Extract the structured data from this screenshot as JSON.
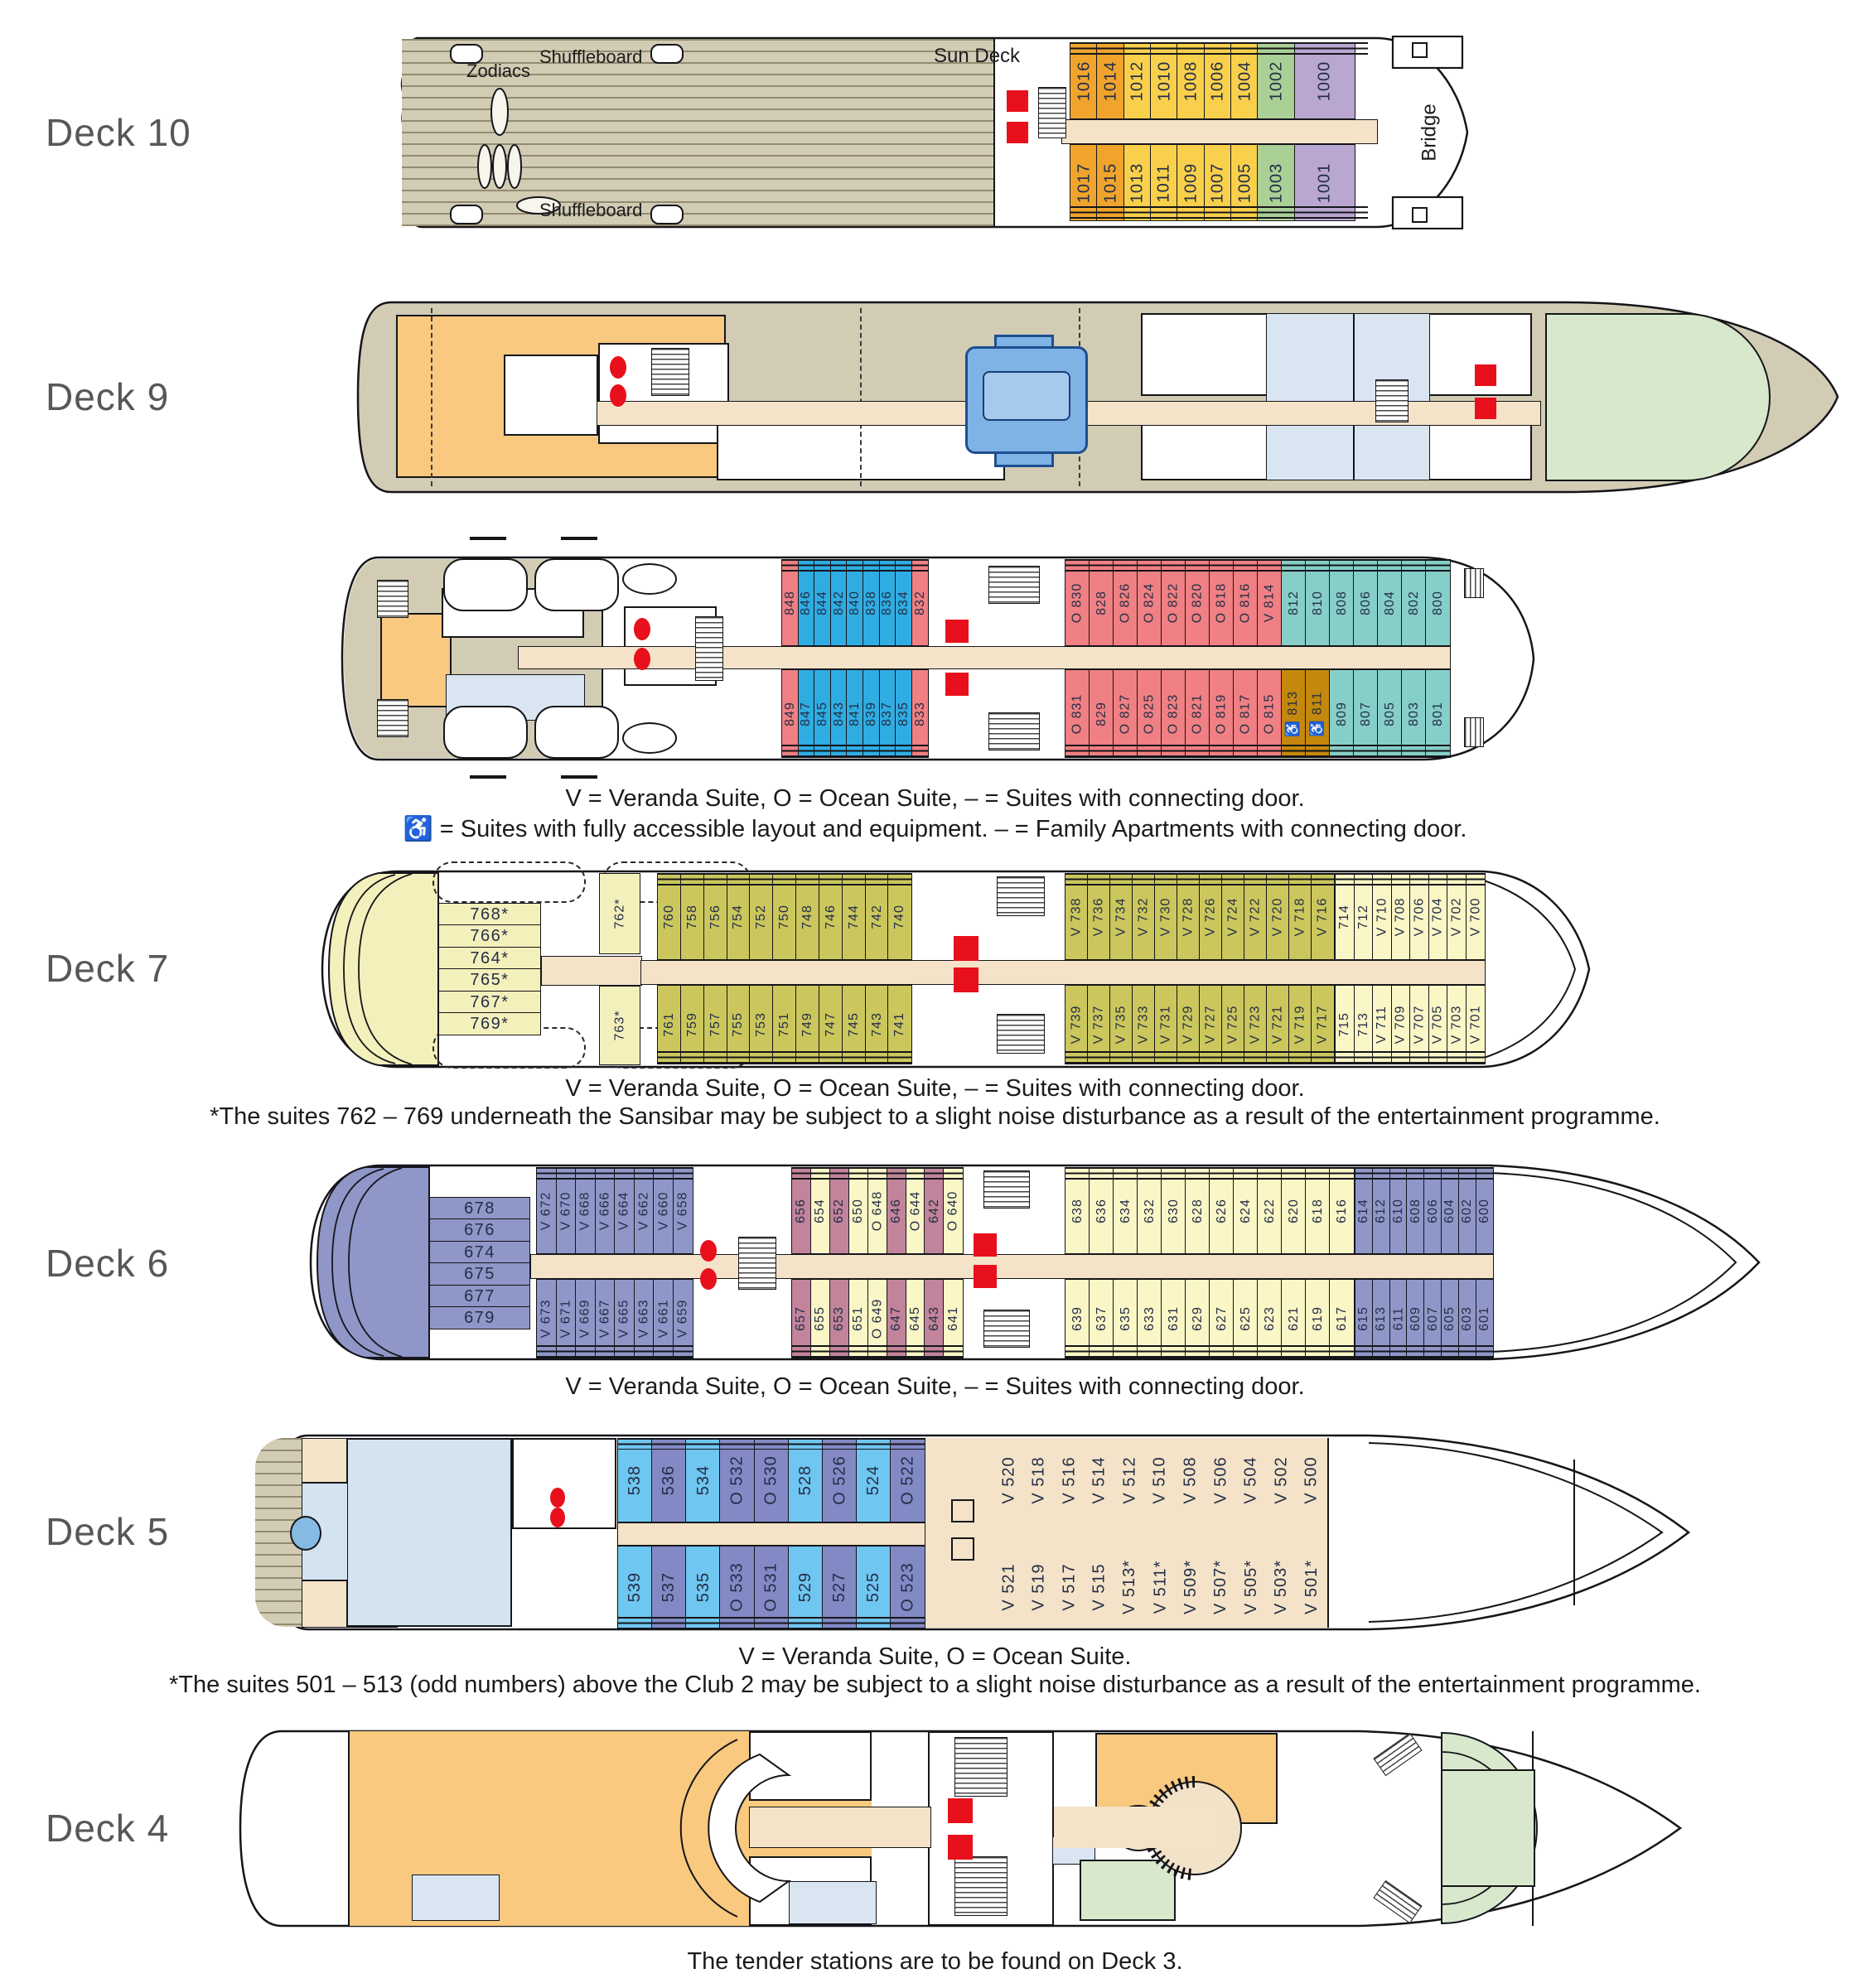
{
  "palette": {
    "o": "#f0a42c",
    "y": "#f9d04b",
    "g": "#abd096",
    "pu": "#b9a7d1",
    "pk": "#f08083",
    "bl": "#2fade3",
    "tl": "#85cfc8",
    "gd": "#c4880c",
    "cy": "#f4f0bb",
    "ol": "#cbc75c",
    "pl": "#faf6c6",
    "pe": "#8f97c8",
    "mv": "#c2849b",
    "lb": "#6fc6f0",
    "bp": "#8289c4",
    "cream": "#f4e3c8",
    "hull": "#d2ccb5",
    "o9": "#f8c97e",
    "red": "#e8101c"
  },
  "deck_labels": {
    "d10": "Deck 10",
    "d9": "Deck 9",
    "d7": "Deck 7",
    "d6": "Deck 6",
    "d5": "Deck 5",
    "d4": "Deck 4"
  },
  "deck10": {
    "labels": {
      "zodiacs": "Zodiacs",
      "shuffleboard_top": "Shuffleboard",
      "sun_deck": "Sun Deck",
      "shuffleboard_bottom": "Shuffleboard",
      "bridge": "Bridge"
    },
    "top": [
      {
        "n": "1016",
        "c": "o"
      },
      {
        "n": "1014",
        "c": "o"
      },
      {
        "n": "1012",
        "c": "y"
      },
      {
        "n": "1010",
        "c": "y"
      },
      {
        "n": "1008",
        "c": "y"
      },
      {
        "n": "1006",
        "c": "y"
      },
      {
        "n": "1004",
        "c": "y"
      },
      {
        "n": "1002",
        "c": "g"
      },
      {
        "n": "1000",
        "c": "pu"
      }
    ],
    "bottom": [
      {
        "n": "1017",
        "c": "o"
      },
      {
        "n": "1015",
        "c": "o"
      },
      {
        "n": "1013",
        "c": "y"
      },
      {
        "n": "1011",
        "c": "y"
      },
      {
        "n": "1009",
        "c": "y"
      },
      {
        "n": "1007",
        "c": "y"
      },
      {
        "n": "1005",
        "c": "y"
      },
      {
        "n": "1003",
        "c": "g"
      },
      {
        "n": "1001",
        "c": "pu"
      }
    ]
  },
  "deck8": {
    "top1": [
      {
        "n": "848",
        "c": "pk"
      },
      {
        "n": "846",
        "c": "bl"
      },
      {
        "n": "844",
        "c": "bl"
      },
      {
        "n": "842",
        "c": "bl"
      },
      {
        "n": "840",
        "c": "bl"
      },
      {
        "n": "838",
        "c": "bl"
      },
      {
        "n": "836",
        "c": "bl"
      },
      {
        "n": "834",
        "c": "bl"
      },
      {
        "n": "832",
        "c": "pk"
      }
    ],
    "top2": [
      {
        "n": "830",
        "p": "O",
        "c": "pk"
      },
      {
        "n": "828",
        "c": "pk"
      },
      {
        "n": "826",
        "p": "O",
        "c": "pk"
      },
      {
        "n": "824",
        "p": "O",
        "c": "pk"
      },
      {
        "n": "822",
        "p": "O",
        "c": "pk"
      },
      {
        "n": "820",
        "p": "O",
        "c": "pk"
      },
      {
        "n": "818",
        "p": "O",
        "c": "pk"
      },
      {
        "n": "816",
        "p": "O",
        "c": "pk"
      },
      {
        "n": "814",
        "p": "V",
        "c": "pk"
      },
      {
        "n": "812",
        "c": "tl"
      },
      {
        "n": "810",
        "c": "tl"
      },
      {
        "n": "808",
        "c": "tl"
      },
      {
        "n": "806",
        "c": "tl"
      },
      {
        "n": "804",
        "c": "tl"
      },
      {
        "n": "802",
        "c": "tl"
      },
      {
        "n": "800",
        "c": "tl"
      }
    ],
    "bottom1": [
      {
        "n": "849",
        "c": "pk"
      },
      {
        "n": "847",
        "c": "bl"
      },
      {
        "n": "845",
        "c": "bl"
      },
      {
        "n": "843",
        "c": "bl"
      },
      {
        "n": "841",
        "c": "bl"
      },
      {
        "n": "839",
        "c": "bl"
      },
      {
        "n": "837",
        "c": "bl"
      },
      {
        "n": "835",
        "c": "bl"
      },
      {
        "n": "833",
        "c": "pk"
      }
    ],
    "bottom2": [
      {
        "n": "831",
        "p": "O",
        "c": "pk"
      },
      {
        "n": "829",
        "c": "pk"
      },
      {
        "n": "827",
        "p": "O",
        "c": "pk"
      },
      {
        "n": "825",
        "p": "O",
        "c": "pk"
      },
      {
        "n": "823",
        "p": "O",
        "c": "pk"
      },
      {
        "n": "821",
        "p": "O",
        "c": "pk"
      },
      {
        "n": "819",
        "p": "O",
        "c": "pk"
      },
      {
        "n": "817",
        "p": "O",
        "c": "pk"
      },
      {
        "n": "815",
        "p": "O",
        "c": "pk"
      },
      {
        "n": "813",
        "p": "♿",
        "c": "gd"
      },
      {
        "n": "811",
        "p": "♿",
        "c": "gd"
      },
      {
        "n": "809",
        "c": "tl"
      },
      {
        "n": "807",
        "c": "tl"
      },
      {
        "n": "805",
        "c": "tl"
      },
      {
        "n": "803",
        "c": "tl"
      },
      {
        "n": "801",
        "c": "tl"
      }
    ]
  },
  "deck7": {
    "stern": [
      {
        "n": "768*",
        "c": "cy"
      },
      {
        "n": "766*",
        "c": "cy"
      },
      {
        "n": "764*",
        "c": "cy"
      },
      {
        "n": "765*",
        "c": "cy"
      },
      {
        "n": "767*",
        "c": "cy"
      },
      {
        "n": "769*",
        "c": "cy"
      }
    ],
    "stern_top": [
      {
        "n": "762*",
        "c": "cy"
      }
    ],
    "stern_bottom": [
      {
        "n": "763*",
        "c": "cy"
      }
    ],
    "top1": [
      {
        "n": "760",
        "c": "ol"
      },
      {
        "n": "758",
        "c": "ol"
      },
      {
        "n": "756",
        "c": "ol"
      },
      {
        "n": "754",
        "c": "ol"
      },
      {
        "n": "752",
        "c": "ol"
      },
      {
        "n": "750",
        "c": "ol"
      },
      {
        "n": "748",
        "c": "ol"
      },
      {
        "n": "746",
        "c": "ol"
      },
      {
        "n": "744",
        "c": "ol"
      },
      {
        "n": "742",
        "c": "ol"
      },
      {
        "n": "740",
        "c": "ol"
      }
    ],
    "top2": [
      {
        "n": "738",
        "p": "V",
        "c": "ol"
      },
      {
        "n": "736",
        "p": "V",
        "c": "ol"
      },
      {
        "n": "734",
        "p": "V",
        "c": "ol"
      },
      {
        "n": "732",
        "p": "V",
        "c": "ol"
      },
      {
        "n": "730",
        "p": "V",
        "c": "ol"
      },
      {
        "n": "728",
        "p": "V",
        "c": "ol"
      },
      {
        "n": "726",
        "p": "V",
        "c": "ol"
      },
      {
        "n": "724",
        "p": "V",
        "c": "ol"
      },
      {
        "n": "722",
        "p": "V",
        "c": "ol"
      },
      {
        "n": "720",
        "p": "V",
        "c": "ol"
      },
      {
        "n": "718",
        "p": "V",
        "c": "ol"
      },
      {
        "n": "716",
        "p": "V",
        "c": "ol"
      }
    ],
    "top3": [
      {
        "n": "714",
        "c": "pl"
      },
      {
        "n": "712",
        "c": "pl"
      },
      {
        "n": "710",
        "p": "V",
        "c": "pl"
      },
      {
        "n": "708",
        "p": "V",
        "c": "pl"
      },
      {
        "n": "706",
        "p": "V",
        "c": "pl"
      },
      {
        "n": "704",
        "p": "V",
        "c": "pl"
      },
      {
        "n": "702",
        "p": "V",
        "c": "pl"
      },
      {
        "n": "700",
        "p": "V",
        "c": "pl"
      }
    ],
    "bottom1": [
      {
        "n": "761",
        "c": "ol"
      },
      {
        "n": "759",
        "c": "ol"
      },
      {
        "n": "757",
        "c": "ol"
      },
      {
        "n": "755",
        "c": "ol"
      },
      {
        "n": "753",
        "c": "ol"
      },
      {
        "n": "751",
        "c": "ol"
      },
      {
        "n": "749",
        "c": "ol"
      },
      {
        "n": "747",
        "c": "ol"
      },
      {
        "n": "745",
        "c": "ol"
      },
      {
        "n": "743",
        "c": "ol"
      },
      {
        "n": "741",
        "c": "ol"
      }
    ],
    "bottom2": [
      {
        "n": "739",
        "p": "V",
        "c": "ol"
      },
      {
        "n": "737",
        "p": "V",
        "c": "ol"
      },
      {
        "n": "735",
        "p": "V",
        "c": "ol"
      },
      {
        "n": "733",
        "p": "V",
        "c": "ol"
      },
      {
        "n": "731",
        "p": "V",
        "c": "ol"
      },
      {
        "n": "729",
        "p": "V",
        "c": "ol"
      },
      {
        "n": "727",
        "p": "V",
        "c": "ol"
      },
      {
        "n": "725",
        "p": "V",
        "c": "ol"
      },
      {
        "n": "723",
        "p": "V",
        "c": "ol"
      },
      {
        "n": "721",
        "p": "V",
        "c": "ol"
      },
      {
        "n": "719",
        "p": "V",
        "c": "ol"
      },
      {
        "n": "717",
        "p": "V",
        "c": "ol"
      }
    ],
    "bottom3": [
      {
        "n": "715",
        "c": "pl"
      },
      {
        "n": "713",
        "c": "pl"
      },
      {
        "n": "711",
        "p": "V",
        "c": "pl"
      },
      {
        "n": "709",
        "p": "V",
        "c": "pl"
      },
      {
        "n": "707",
        "p": "V",
        "c": "pl"
      },
      {
        "n": "705",
        "p": "V",
        "c": "pl"
      },
      {
        "n": "703",
        "p": "V",
        "c": "pl"
      },
      {
        "n": "701",
        "p": "V",
        "c": "pl"
      }
    ]
  },
  "deck6": {
    "stern": [
      {
        "n": "678",
        "c": "pe"
      },
      {
        "n": "676",
        "c": "pe"
      },
      {
        "n": "674",
        "c": "pe"
      },
      {
        "n": "675",
        "c": "pe"
      },
      {
        "n": "677",
        "c": "pe"
      },
      {
        "n": "679",
        "c": "pe"
      }
    ],
    "stern_v_top": [
      {
        "n": "672",
        "p": "V",
        "c": "pe"
      },
      {
        "n": "670",
        "p": "V",
        "c": "pe"
      },
      {
        "n": "668",
        "p": "V",
        "c": "pe"
      },
      {
        "n": "666",
        "p": "V",
        "c": "pe"
      },
      {
        "n": "664",
        "p": "V",
        "c": "pe"
      },
      {
        "n": "662",
        "p": "V",
        "c": "pe"
      },
      {
        "n": "660",
        "p": "V",
        "c": "pe"
      },
      {
        "n": "658",
        "p": "V",
        "c": "pe"
      }
    ],
    "stern_v_bottom": [
      {
        "n": "673",
        "p": "V",
        "c": "pe"
      },
      {
        "n": "671",
        "p": "V",
        "c": "pe"
      },
      {
        "n": "669",
        "p": "V",
        "c": "pe"
      },
      {
        "n": "667",
        "p": "V",
        "c": "pe"
      },
      {
        "n": "665",
        "p": "V",
        "c": "pe"
      },
      {
        "n": "663",
        "p": "V",
        "c": "pe"
      },
      {
        "n": "661",
        "p": "V",
        "c": "pe"
      },
      {
        "n": "659",
        "p": "V",
        "c": "pe"
      }
    ],
    "mid_top": [
      {
        "n": "656",
        "c": "mv"
      },
      {
        "n": "654",
        "c": "pl"
      },
      {
        "n": "652",
        "c": "mv"
      },
      {
        "n": "650",
        "c": "pl"
      },
      {
        "n": "648",
        "p": "O",
        "c": "pl"
      },
      {
        "n": "646",
        "c": "mv"
      },
      {
        "n": "644",
        "p": "O",
        "c": "pl"
      },
      {
        "n": "642",
        "c": "mv"
      },
      {
        "n": "640",
        "p": "O",
        "c": "pl"
      }
    ],
    "mid_bottom": [
      {
        "n": "657",
        "c": "mv"
      },
      {
        "n": "655",
        "c": "pl"
      },
      {
        "n": "653",
        "c": "mv"
      },
      {
        "n": "651",
        "c": "pl"
      },
      {
        "n": "649",
        "p": "O",
        "c": "pl"
      },
      {
        "n": "647",
        "c": "mv"
      },
      {
        "n": "645",
        "c": "pl"
      },
      {
        "n": "643",
        "c": "mv"
      },
      {
        "n": "641",
        "c": "pl"
      }
    ],
    "bow_top": [
      {
        "n": "638",
        "c": "pl"
      },
      {
        "n": "636",
        "c": "pl"
      },
      {
        "n": "634",
        "c": "pl"
      },
      {
        "n": "632",
        "c": "pl"
      },
      {
        "n": "630",
        "c": "pl"
      },
      {
        "n": "628",
        "c": "pl"
      },
      {
        "n": "626",
        "c": "pl"
      },
      {
        "n": "624",
        "c": "pl"
      },
      {
        "n": "622",
        "c": "pl"
      },
      {
        "n": "620",
        "c": "pl"
      },
      {
        "n": "618",
        "c": "pl"
      },
      {
        "n": "616",
        "c": "pl"
      }
    ],
    "bow_bottom": [
      {
        "n": "639",
        "c": "pl"
      },
      {
        "n": "637",
        "c": "pl"
      },
      {
        "n": "635",
        "c": "pl"
      },
      {
        "n": "633",
        "c": "pl"
      },
      {
        "n": "631",
        "c": "pl"
      },
      {
        "n": "629",
        "c": "pl"
      },
      {
        "n": "627",
        "c": "pl"
      },
      {
        "n": "625",
        "c": "pl"
      },
      {
        "n": "623",
        "c": "pl"
      },
      {
        "n": "621",
        "c": "pl"
      },
      {
        "n": "619",
        "c": "pl"
      },
      {
        "n": "617",
        "c": "pl"
      }
    ],
    "bow2_top": [
      {
        "n": "614",
        "c": "pe"
      },
      {
        "n": "612",
        "c": "pe"
      },
      {
        "n": "610",
        "c": "pe"
      },
      {
        "n": "608",
        "c": "pe"
      },
      {
        "n": "606",
        "c": "pe"
      },
      {
        "n": "604",
        "c": "pe"
      },
      {
        "n": "602",
        "c": "pe"
      },
      {
        "n": "600",
        "c": "pe"
      }
    ],
    "bow2_bottom": [
      {
        "n": "615",
        "c": "pe"
      },
      {
        "n": "613",
        "c": "pe"
      },
      {
        "n": "611",
        "c": "pe"
      },
      {
        "n": "609",
        "c": "pe"
      },
      {
        "n": "607",
        "c": "pe"
      },
      {
        "n": "605",
        "c": "pe"
      },
      {
        "n": "603",
        "c": "pe"
      },
      {
        "n": "601",
        "c": "pe"
      }
    ]
  },
  "deck5": {
    "cabins_top": [
      {
        "n": "538",
        "c": "lb"
      },
      {
        "n": "536",
        "c": "bp"
      },
      {
        "n": "534",
        "c": "lb"
      },
      {
        "n": "532",
        "p": "O",
        "c": "bp"
      },
      {
        "n": "530",
        "p": "O",
        "c": "bp"
      },
      {
        "n": "528",
        "c": "lb"
      },
      {
        "n": "526",
        "p": "O",
        "c": "bp"
      },
      {
        "n": "524",
        "c": "lb"
      },
      {
        "n": "522",
        "p": "O",
        "c": "bp"
      }
    ],
    "cabins_bottom": [
      {
        "n": "539",
        "c": "lb"
      },
      {
        "n": "537",
        "c": "bp"
      },
      {
        "n": "535",
        "c": "lb"
      },
      {
        "n": "533",
        "p": "O",
        "c": "bp"
      },
      {
        "n": "531",
        "p": "O",
        "c": "bp"
      },
      {
        "n": "529",
        "c": "lb"
      },
      {
        "n": "527",
        "c": "bp"
      },
      {
        "n": "525",
        "c": "lb"
      },
      {
        "n": "523",
        "p": "O",
        "c": "bp"
      }
    ],
    "suites_top": [
      {
        "n": "520",
        "p": "V"
      },
      {
        "n": "518",
        "p": "V"
      },
      {
        "n": "516",
        "p": "V"
      },
      {
        "n": "514",
        "p": "V"
      },
      {
        "n": "512",
        "p": "V"
      },
      {
        "n": "510",
        "p": "V"
      },
      {
        "n": "508",
        "p": "V"
      },
      {
        "n": "506",
        "p": "V"
      },
      {
        "n": "504",
        "p": "V"
      },
      {
        "n": "502",
        "p": "V"
      },
      {
        "n": "500",
        "p": "V"
      }
    ],
    "suites_bottom": [
      {
        "n": "521",
        "p": "V"
      },
      {
        "n": "519",
        "p": "V"
      },
      {
        "n": "517",
        "p": "V"
      },
      {
        "n": "515",
        "p": "V"
      },
      {
        "n": "513*",
        "p": "V"
      },
      {
        "n": "511*",
        "p": "V"
      },
      {
        "n": "509*",
        "p": "V"
      },
      {
        "n": "507*",
        "p": "V"
      },
      {
        "n": "505*",
        "p": "V"
      },
      {
        "n": "503*",
        "p": "V"
      },
      {
        "n": "501*",
        "p": "V"
      }
    ]
  },
  "captions": {
    "legend8a": "V = Veranda Suite, O = Ocean Suite, – = Suites with connecting door.",
    "legend8b": "♿ = Suites with fully accessible layout and equipment. – = Family Apartments with connecting door.",
    "legend7a": "V = Veranda Suite, O = Ocean Suite, – = Suites with connecting door.",
    "legend7b": "*The suites 762 – 769 underneath the Sansibar may be subject to a slight noise disturbance as a result of the entertainment programme.",
    "legend6": "V = Veranda Suite, O = Ocean Suite, – = Suites with connecting door.",
    "legend5a": "V = Veranda Suite, O = Ocean Suite.",
    "legend5b": "*The suites 501 – 513 (odd numbers) above the Club 2 may be subject to a slight noise disturbance as a result of the entertainment programme.",
    "legend4": "The tender stations are to be found on Deck 3."
  }
}
